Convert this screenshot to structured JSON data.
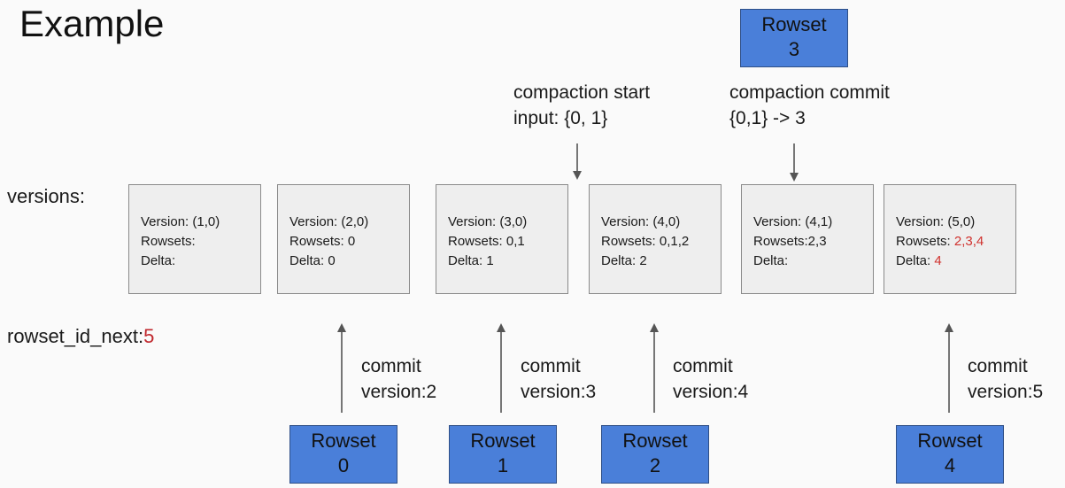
{
  "title": "Example",
  "labels": {
    "versions": "versions:",
    "rowset_id_next_prefix": "rowset_id_next:",
    "rowset_id_next_value": "5"
  },
  "compaction_start": {
    "line1": "compaction start",
    "line2": "input: {0, 1}"
  },
  "compaction_commit": {
    "line1": "compaction commit",
    "line2": "{0,1} -> 3"
  },
  "versions": [
    {
      "version": "Version: (1,0)",
      "rowsets_prefix": "Rowsets:",
      "rowsets_highlight": "",
      "delta_prefix": "Delta:",
      "delta_highlight": ""
    },
    {
      "version": "Version: (2,0)",
      "rowsets_prefix": "Rowsets: 0",
      "rowsets_highlight": "",
      "delta_prefix": "Delta: 0",
      "delta_highlight": ""
    },
    {
      "version": "Version: (3,0)",
      "rowsets_prefix": "Rowsets: 0,1",
      "rowsets_highlight": "",
      "delta_prefix": "Delta: 1",
      "delta_highlight": ""
    },
    {
      "version": "Version: (4,0)",
      "rowsets_prefix": "Rowsets: 0,1,2",
      "rowsets_highlight": "",
      "delta_prefix": "Delta: 2",
      "delta_highlight": ""
    },
    {
      "version": "Version: (4,1)",
      "rowsets_prefix": "Rowsets:2,3",
      "rowsets_highlight": "",
      "delta_prefix": "Delta:",
      "delta_highlight": ""
    },
    {
      "version": "Version: (5,0)",
      "rowsets_prefix": "Rowsets: ",
      "rowsets_highlight": "2,3,4",
      "delta_prefix": "Delta: ",
      "delta_highlight": "4"
    }
  ],
  "commits": [
    {
      "line1": "commit",
      "line2": "version:2"
    },
    {
      "line1": "commit",
      "line2": "version:3"
    },
    {
      "line1": "commit",
      "line2": "version:4"
    },
    {
      "line1": "commit",
      "line2": "version:5"
    }
  ],
  "rowsets": [
    {
      "line1": "Rowset",
      "line2": "0"
    },
    {
      "line1": "Rowset",
      "line2": "1"
    },
    {
      "line1": "Rowset",
      "line2": "2"
    },
    {
      "line1": "Rowset",
      "line2": "4"
    },
    {
      "line1": "Rowset",
      "line2": "3"
    }
  ],
  "colors": {
    "rowset_fill": "#4a7fd9",
    "version_fill": "#eeeeee",
    "highlight_red": "#c0272d",
    "arrow": "#555555"
  }
}
